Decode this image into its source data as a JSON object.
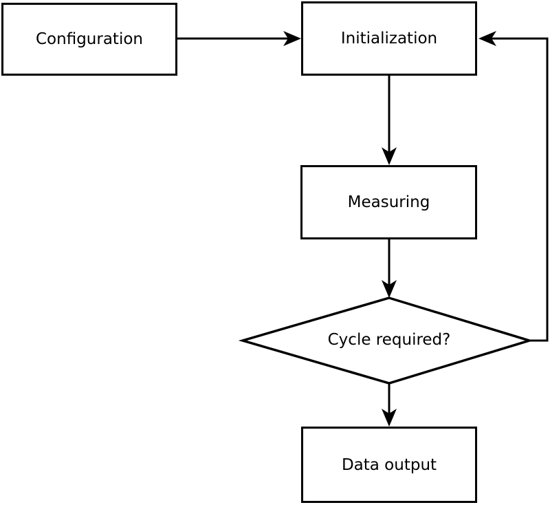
{
  "diagram": {
    "type": "flowchart",
    "colors": {
      "line": "#000000",
      "node_fill": "#ffffff",
      "background": "#ffffff",
      "text": "#000000"
    },
    "nodes": {
      "configuration": {
        "label": "Configuration",
        "shape": "rectangle"
      },
      "initialization": {
        "label": "Initialization",
        "shape": "rectangle"
      },
      "measuring": {
        "label": "Measuring",
        "shape": "rectangle"
      },
      "decision": {
        "label": "Cycle required?",
        "shape": "diamond"
      },
      "data_output": {
        "label": "Data output",
        "shape": "rectangle"
      }
    },
    "edges": [
      {
        "from": "configuration",
        "to": "initialization",
        "label": ""
      },
      {
        "from": "initialization",
        "to": "measuring",
        "label": ""
      },
      {
        "from": "measuring",
        "to": "decision",
        "label": ""
      },
      {
        "from": "decision",
        "to": "data_output",
        "label": ""
      },
      {
        "from": "decision",
        "to": "initialization",
        "label": "",
        "route": "right-side-loop"
      }
    ]
  }
}
